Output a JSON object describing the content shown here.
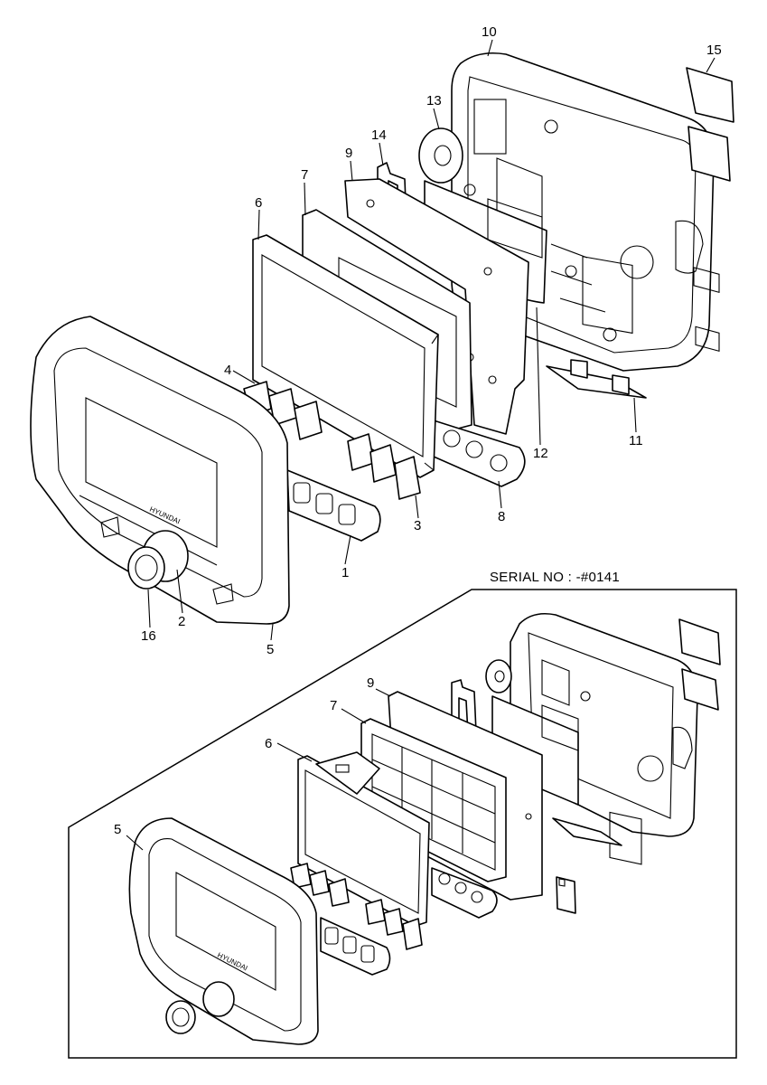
{
  "serial_label": "SERIAL NO : -#0141",
  "brand_text": "HYUNDAI",
  "upper_callouts": [
    "1",
    "2",
    "3",
    "4",
    "5",
    "6",
    "7",
    "8",
    "9",
    "10",
    "11",
    "12",
    "13",
    "14",
    "15",
    "16"
  ],
  "inset_callouts": [
    "5",
    "6",
    "7",
    "9"
  ]
}
